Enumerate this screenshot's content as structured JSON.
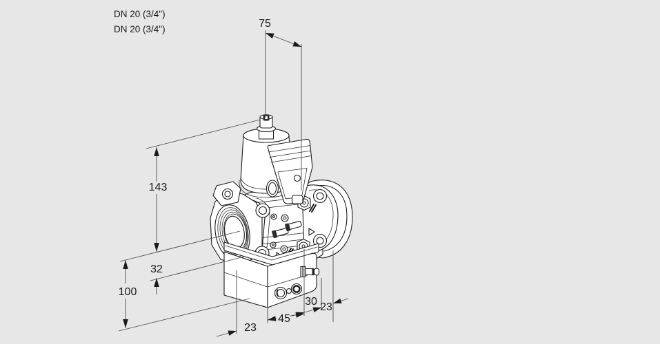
{
  "drawing_title": "valve dimensional drawing",
  "colors": {
    "background": "#e8e7e7",
    "line_art": "#1a1a1a",
    "dimension_lines": "#4a4a4a",
    "text": "#1a1a1a"
  },
  "connection_labels": {
    "line1": "DN 20 (3/4\")",
    "line2": "DN 20 (3/4\")"
  },
  "dimensions": {
    "top_depth": "75",
    "body_height": "143",
    "axis_offset": "32",
    "lower_height": "100",
    "left_depth": "23",
    "front_width": "45",
    "right_depth": "30",
    "right_offset": "23"
  }
}
